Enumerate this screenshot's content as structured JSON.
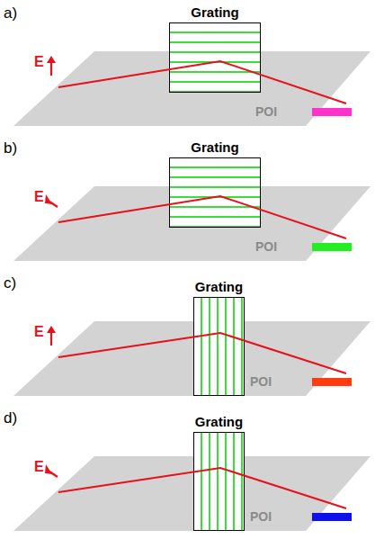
{
  "diagram": {
    "nodes": [
      {
        "text": [
          "Grating"
        ]
      },
      {
        "text": [
          "Grating"
        ]
      },
      {
        "text": [
          "Grating"
        ]
      },
      {
        "text": [
          "Grating"
        ]
      }
    ],
    "labels": [
      "a)",
      "E",
      "POI",
      "b)",
      "E",
      "POI",
      "c)",
      "E",
      "POI",
      "d)",
      "E",
      "POI"
    ]
  }
}
